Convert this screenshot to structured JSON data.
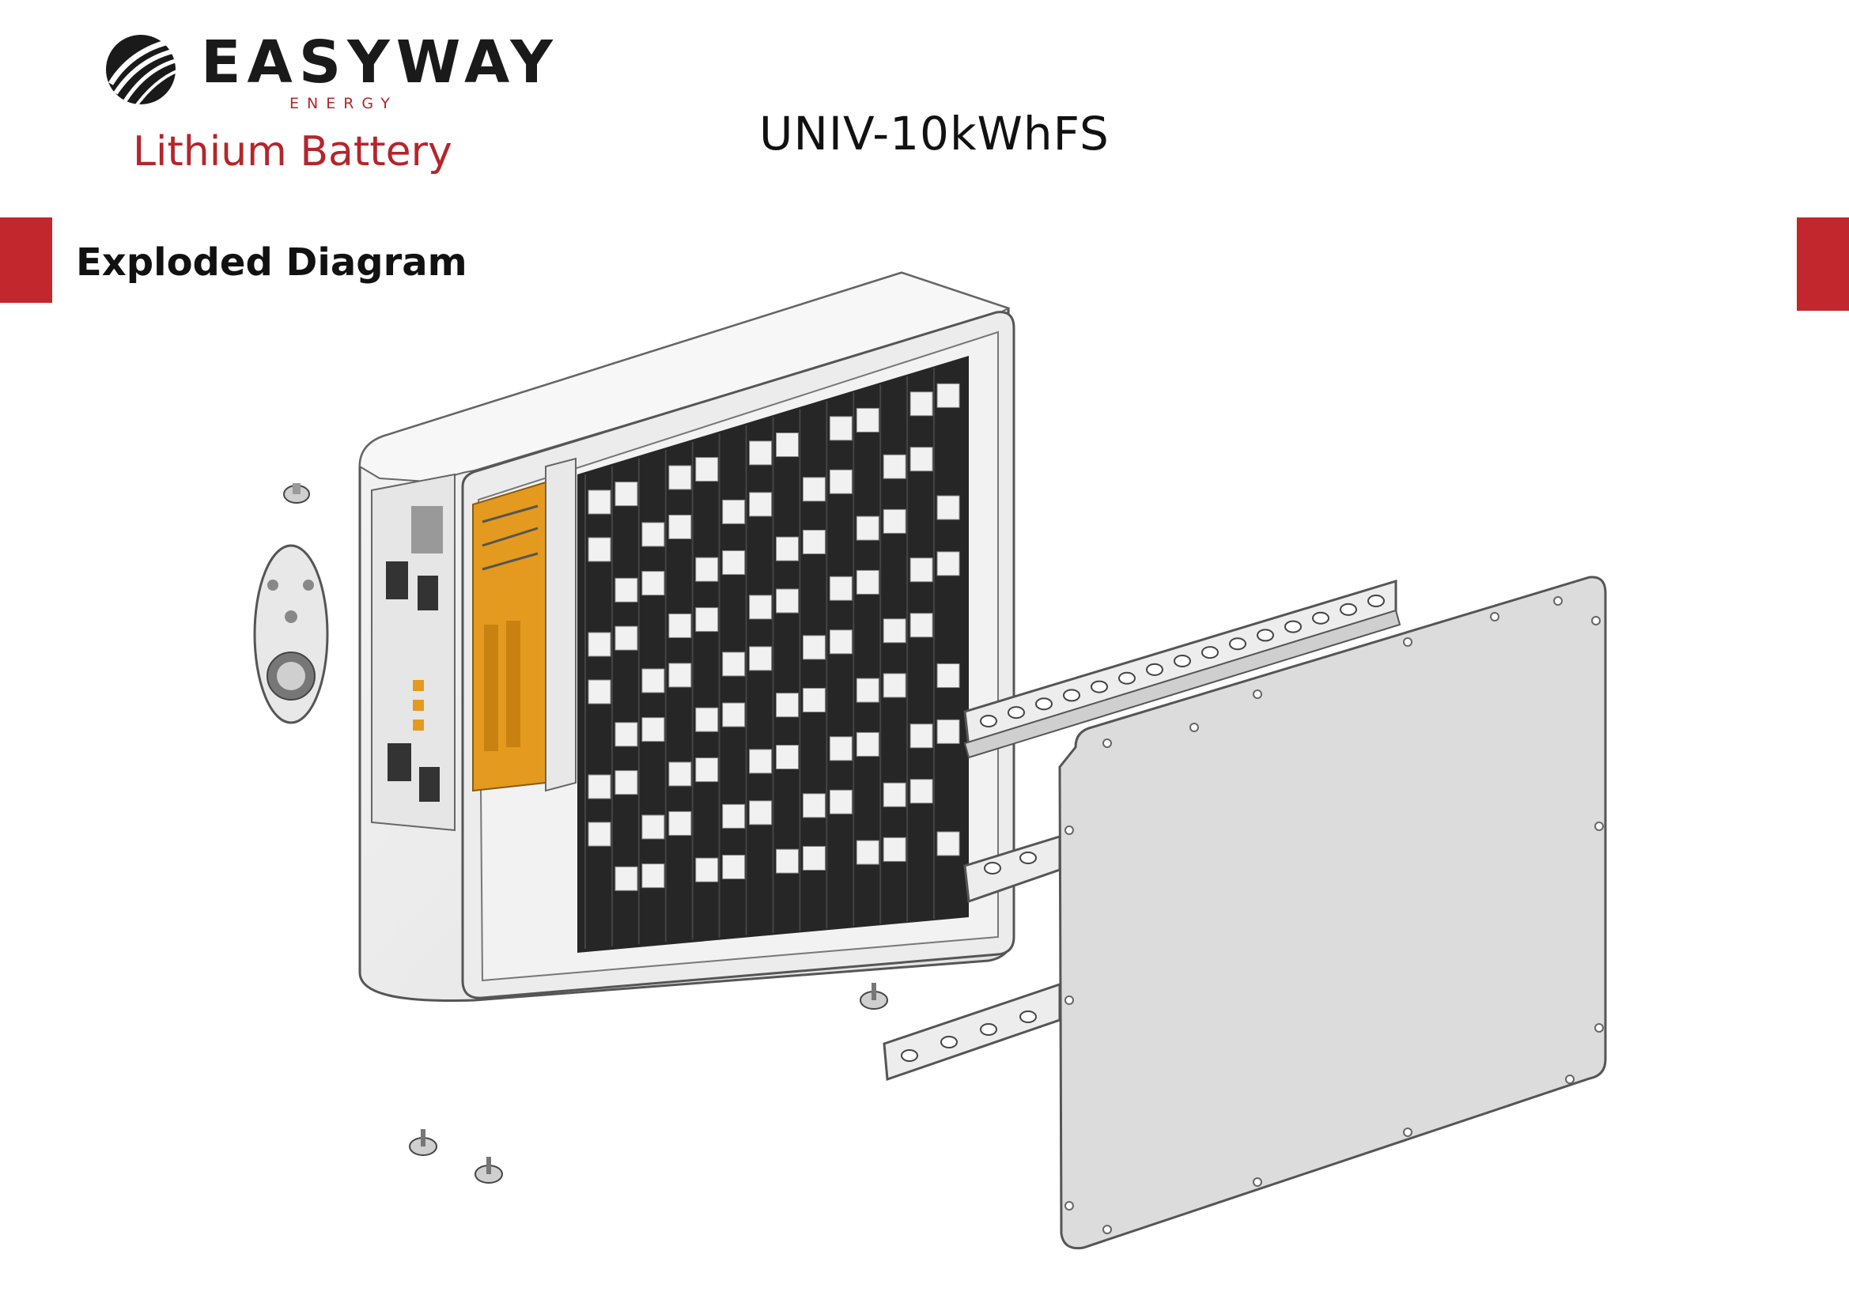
{
  "header": {
    "brand": "EASYWAY",
    "brand_sub": "ENERGY",
    "product_line": "Lithium Battery",
    "model": "UNIV-10kWhFS"
  },
  "section": {
    "title": "Exploded Diagram"
  },
  "colors": {
    "accent": "#c1272d",
    "brand_red": "#b3262c",
    "cells": "#262626",
    "bms": "#e39a1e",
    "panel": "#dcdcdc"
  },
  "icons": {
    "logo": "swoosh-logo-icon"
  }
}
